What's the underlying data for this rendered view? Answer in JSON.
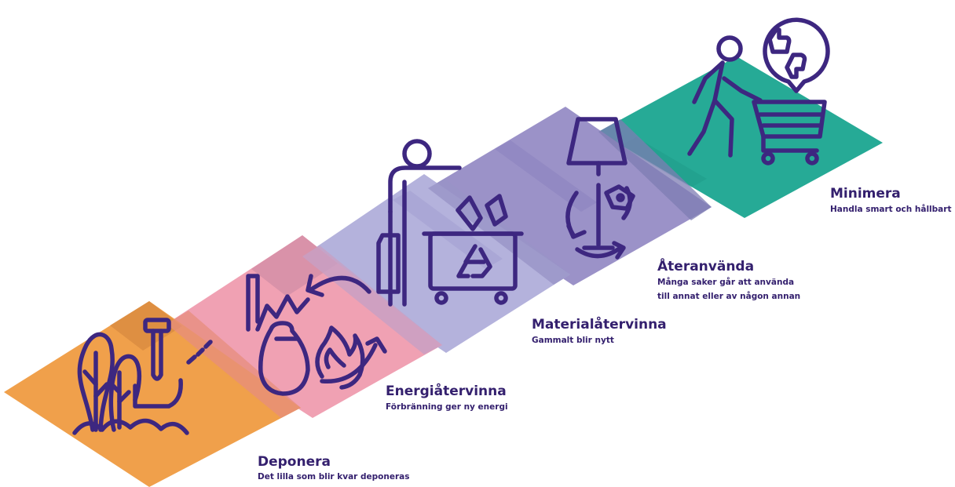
{
  "colors": {
    "text": "#34206e",
    "icon": "#3d2780",
    "deponera": "#f0a04b",
    "energi": "#f0a1b3",
    "material": "#b4b2dc",
    "ateranvanda": "#9b92c8",
    "minimera": "#26aa96"
  },
  "steps": [
    {
      "id": "deponera",
      "title": "Deponera",
      "description": [
        "Det lilla som blir kvar deponeras"
      ],
      "icon": "landfill-icon"
    },
    {
      "id": "energi",
      "title": "Energiåtervinna",
      "description": [
        "Förbränning ger ny energi"
      ],
      "icon": "incineration-icon"
    },
    {
      "id": "material",
      "title": "Materialåtervinna",
      "description": [
        "Gammalt blir nytt"
      ],
      "icon": "recycling-bin-icon"
    },
    {
      "id": "ateranvanda",
      "title": "Återanvända",
      "description": [
        "Många saker går att använda",
        "till annat eller av någon annan"
      ],
      "icon": "reuse-lamp-icon"
    },
    {
      "id": "minimera",
      "title": "Minimera",
      "description": [
        "Handla smart och hållbart"
      ],
      "icon": "shopping-cart-icon"
    }
  ]
}
